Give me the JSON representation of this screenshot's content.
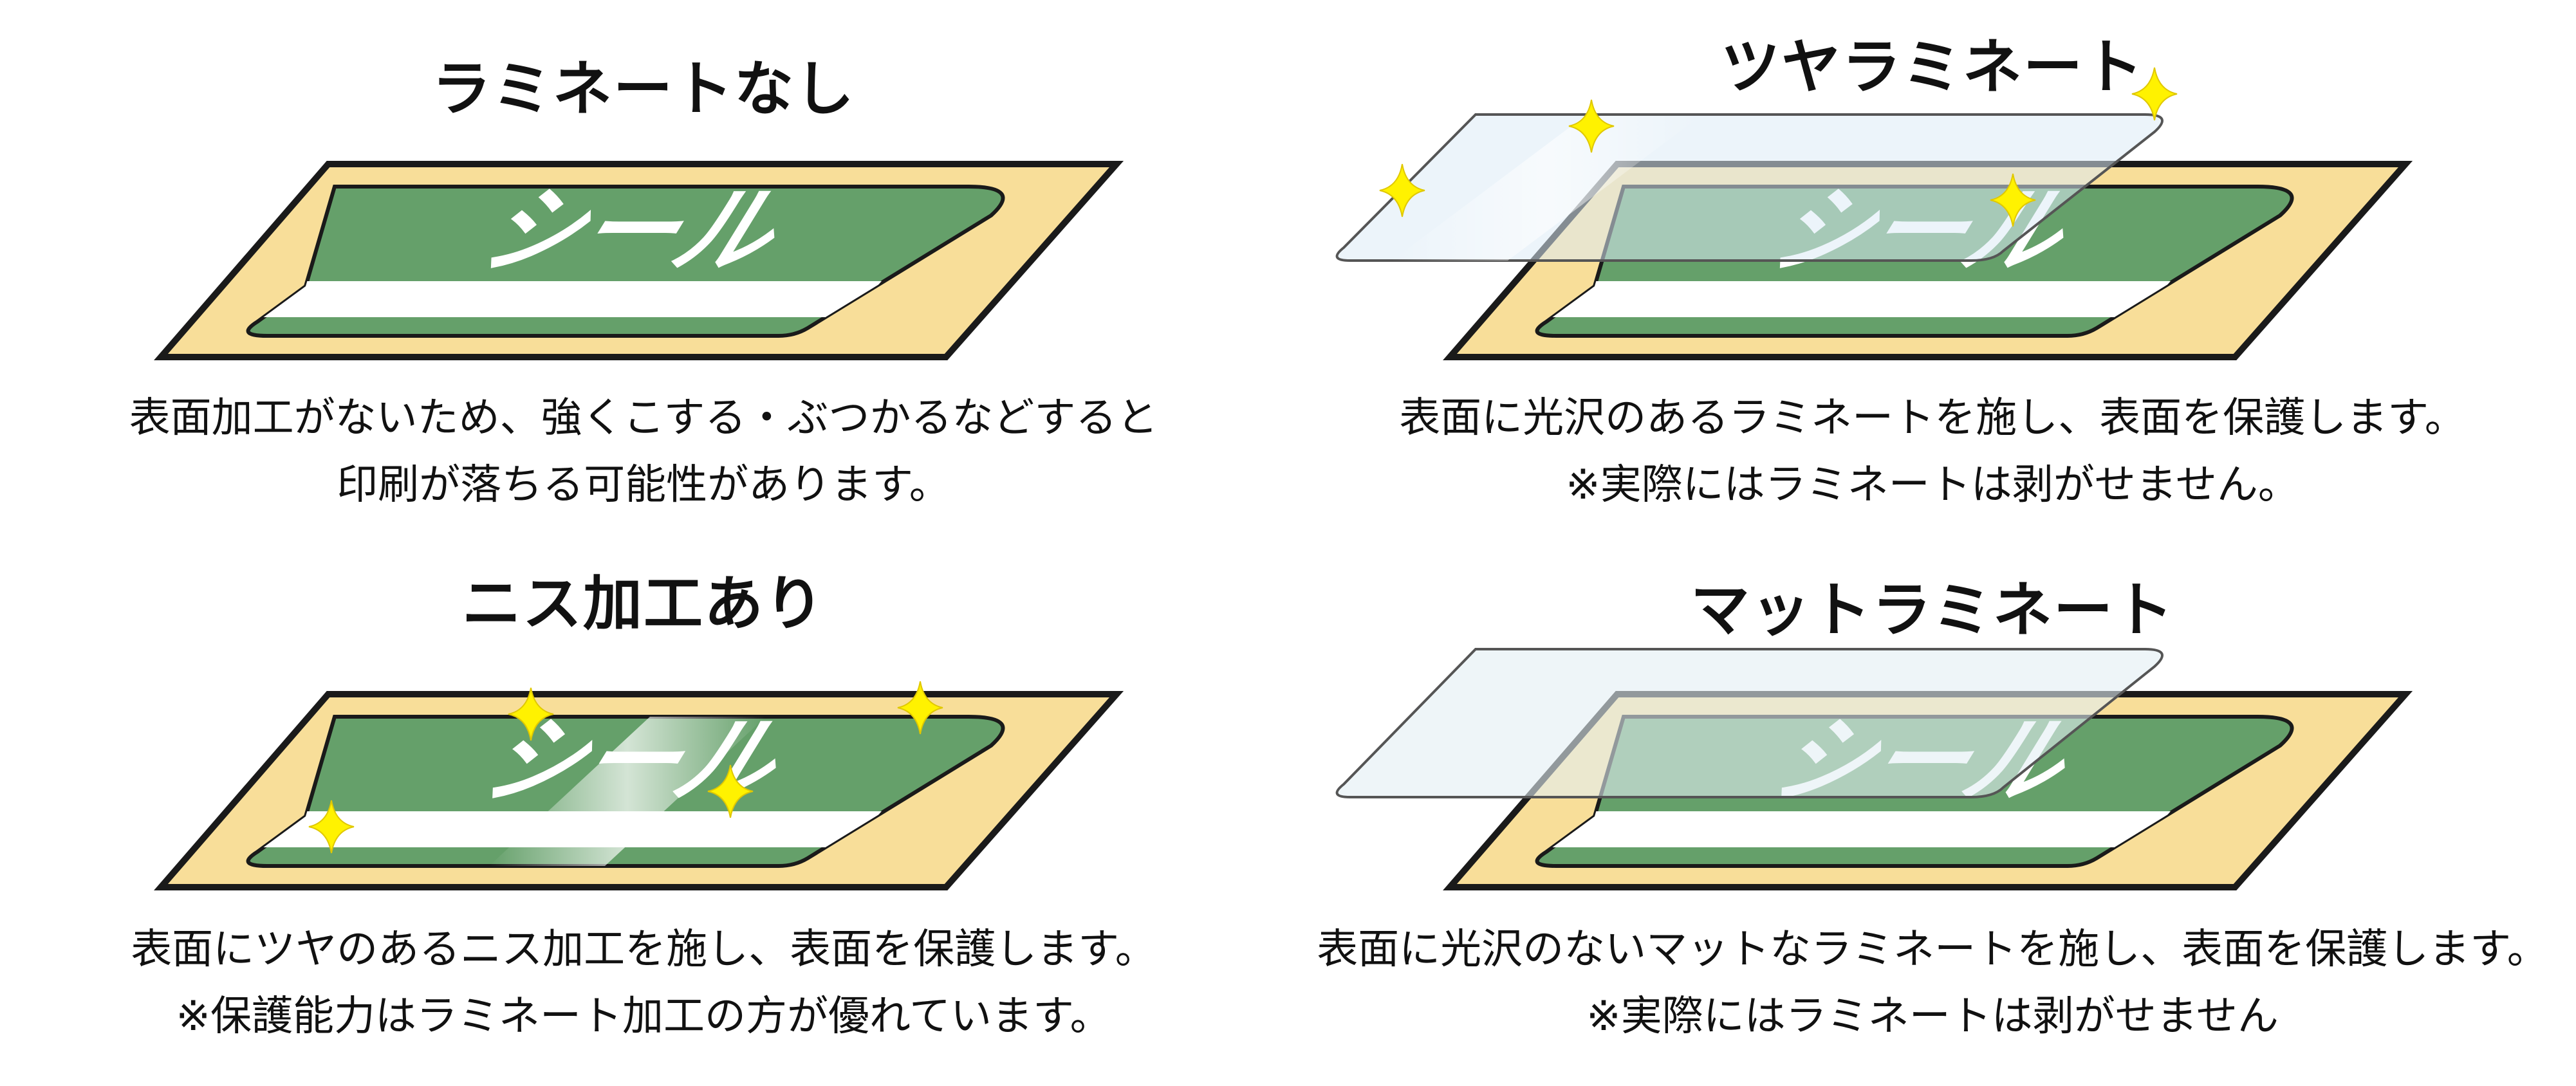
{
  "colors": {
    "base_fill": "#F8DE99",
    "outline": "#1A1A1A",
    "sticker_green": "#65A06A",
    "sticker_stripe": "#FFFFFF",
    "sparkle": "#FFF200",
    "film_fill": "#DCEBF5"
  },
  "panels": [
    {
      "title": "ラミネートなし",
      "desc_lines": [
        "表面加工がないため、強くこする・ぶつかるなどすると",
        "印刷が落ちる可能性があります。"
      ],
      "sticker_text": "シール",
      "variant": "none"
    },
    {
      "title": "ツヤラミネート",
      "desc_lines": [
        "表面に光沢のあるラミネートを施し、表面を保護します。",
        "※実際にはラミネートは剥がせません。"
      ],
      "sticker_text": "シール",
      "variant": "gloss-laminate"
    },
    {
      "title": "ニス加工あり",
      "desc_lines": [
        "表面にツヤのあるニス加工を施し、表面を保護します。",
        "※保護能力はラミネート加工の方が優れています。"
      ],
      "sticker_text": "シール",
      "variant": "varnish"
    },
    {
      "title": "マットラミネート",
      "desc_lines": [
        "表面に光沢のないマットなラミネートを施し、表面を保護します。",
        "※実際にはラミネートは剥がせません"
      ],
      "sticker_text": "シール",
      "variant": "matte-laminate"
    }
  ]
}
